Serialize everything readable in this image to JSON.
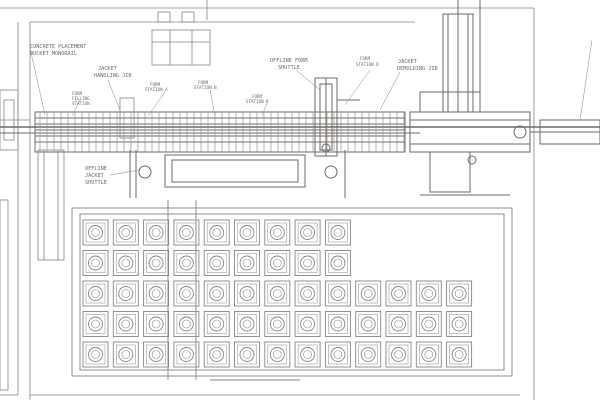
{
  "drawing": {
    "line_color": "#8a8580",
    "dark_line_color": "#6e6a66",
    "background": "#ffffff",
    "labels": {
      "concrete_placement": "CONCRETE PLACEMENT",
      "bucket_monorail": "BUCKET MONORAIL",
      "jacket_handling_1": "JACKET",
      "jacket_handling_2": "HANDLING JIB",
      "form_filling_1": "FORM",
      "form_filling_2": "FILLING",
      "form_filling_3": "STATION",
      "form_station_a_1": "FORM",
      "form_station_a_2": "STATION A",
      "form_station_b_1": "FORM",
      "form_station_b_2": "STATION B",
      "form_station_c_1": "FORM",
      "form_station_c_2": "STATION C",
      "offline_form_1": "OFFLINE FORM",
      "offline_form_2": "SHUTTLE",
      "form_station_d_1": "FORM",
      "form_station_d_2": "STATION D",
      "jacket_demolding_1": "JACKET",
      "jacket_demolding_2": "DEMOLDING JIB",
      "offline_jacket_1": "OFFLINE",
      "offline_jacket_2": "JACKET",
      "offline_jacket_3": "SHUTTLE"
    },
    "storage_grid": {
      "rows": 5,
      "cols": 13,
      "rows_full_width": [
        2,
        3,
        4
      ],
      "cols_short_rows": 9
    }
  }
}
